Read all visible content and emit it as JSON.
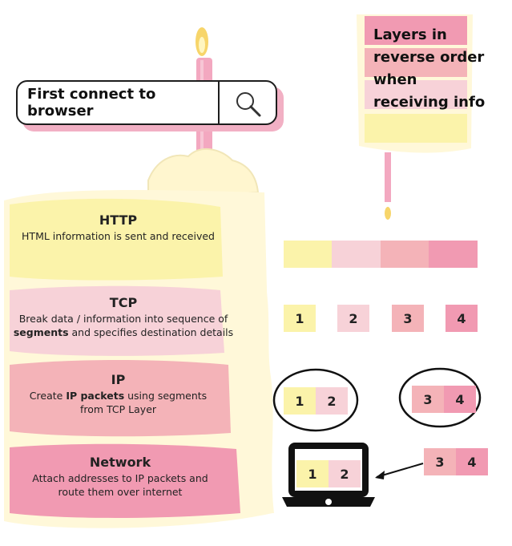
{
  "search": {
    "text": "First connect to browser",
    "icon": "magnifier-icon"
  },
  "layers": [
    {
      "title": "HTTP",
      "description_parts": [
        "HTML information is sent and received"
      ]
    },
    {
      "title": "TCP",
      "description_parts": [
        "Break data / information into sequence of ",
        "segments",
        " and specifies destination details"
      ]
    },
    {
      "title": "IP",
      "description_parts": [
        "Create ",
        "IP packets",
        " using segments from TCP Layer"
      ]
    },
    {
      "title": "Network",
      "description_parts": [
        "Attach addresses to IP packets and route them over internet"
      ]
    }
  ],
  "reverse_note": "Layers in reverse order when receiving info",
  "segments": [
    "1",
    "2",
    "3",
    "4"
  ],
  "colors": {
    "http": "#fbf3aa",
    "tcp": "#f7d2d8",
    "ip": "#f4b3b8",
    "network": "#f19ab2",
    "cream": "#fffbe6",
    "candle": "#f3a8c0"
  }
}
